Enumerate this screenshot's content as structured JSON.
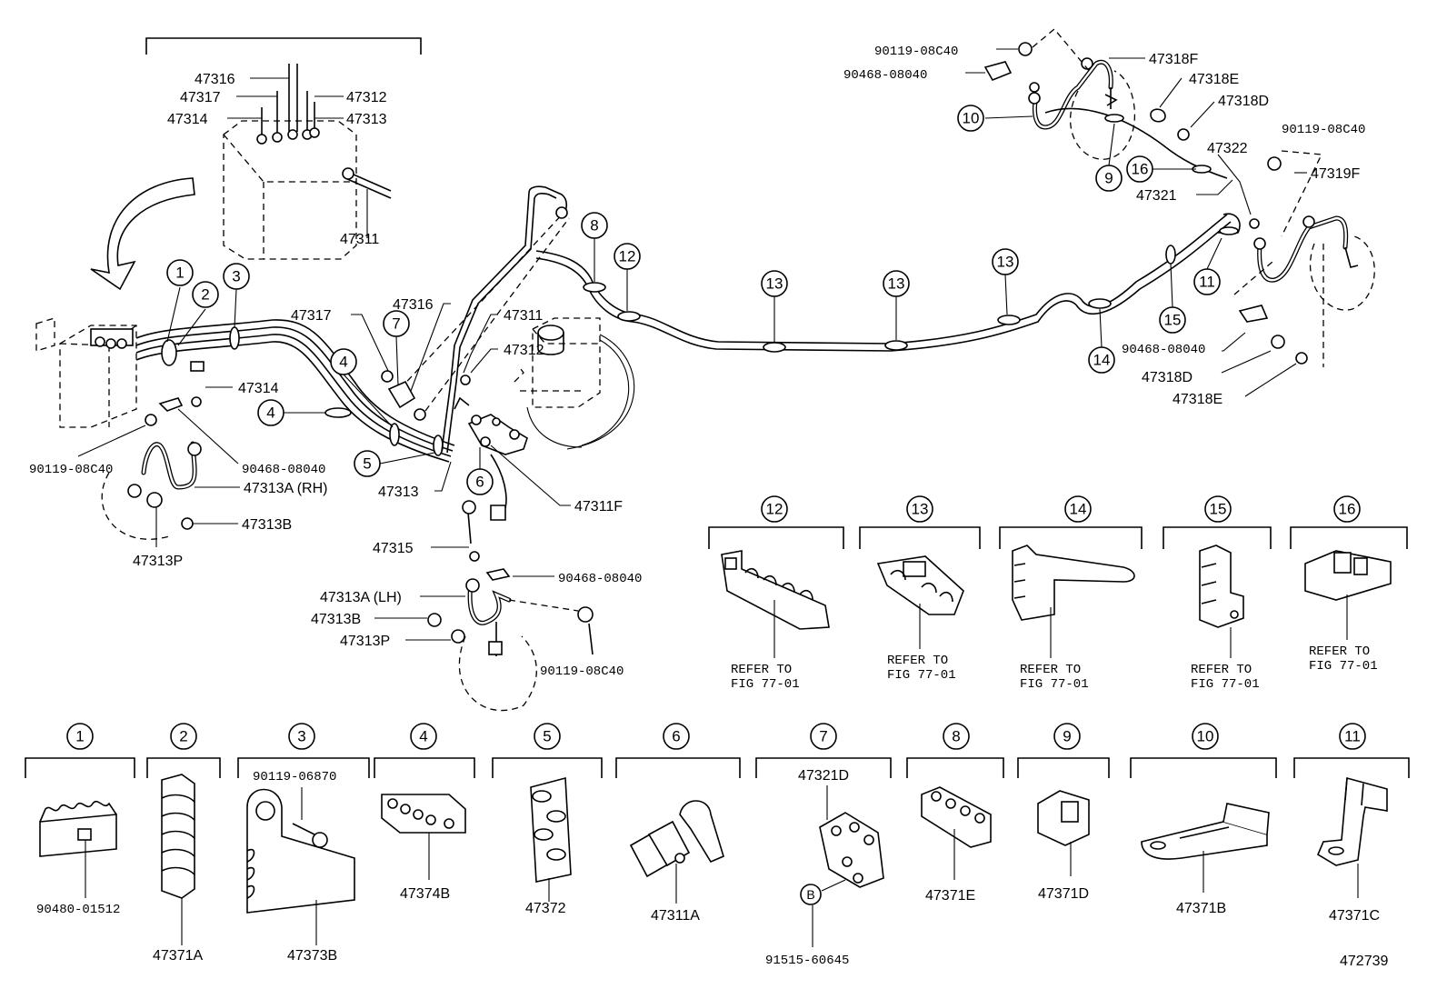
{
  "figure_number": "472739",
  "labels": {
    "top_47316": "47316",
    "top_47317": "47317",
    "top_47314": "47314",
    "top_47312": "47312",
    "top_47313": "47313",
    "top_47311": "47311",
    "l_47317": "47317",
    "l_47316": "47316",
    "l_47311": "47311",
    "l_47312": "47312",
    "l_47314": "47314",
    "l_47313": "47313",
    "l_47311F": "47311F",
    "l_90119_08C40_a": "90119-08C40",
    "l_90468_08040_a": "90468-08040",
    "l_47313A_RH": "47313A (RH)",
    "l_47313B_a": "47313B",
    "l_47313P_a": "47313P",
    "l_47315": "47315",
    "l_90468_08040_b": "90468-08040",
    "l_47313A_LH": "47313A (LH)",
    "l_47313B_b": "47313B",
    "l_47313P_b": "47313P",
    "l_90119_08C40_b": "90119-08C40",
    "r_90119_08C40_a": "90119-08C40",
    "r_90468_08040_a": "90468-08040",
    "r_47318F": "47318F",
    "r_47318E_a": "47318E",
    "r_47318D_a": "47318D",
    "r_90119_08C40_b": "90119-08C40",
    "r_47322": "47322",
    "r_47321": "47321",
    "r_47319F": "47319F",
    "r_90468_08040_b": "90468-08040",
    "r_47318D_b": "47318D",
    "r_47318E_b": "47318E"
  },
  "callouts": {
    "c1": "1",
    "c2": "2",
    "c3": "3",
    "c4a": "4",
    "c4b": "4",
    "c5": "5",
    "c6": "6",
    "c7": "7",
    "c8": "8",
    "c9": "9",
    "c10": "10",
    "c11": "11",
    "c12": "12",
    "c13a": "13",
    "c13b": "13",
    "c13c": "13",
    "c14": "14",
    "c15": "15",
    "c16": "16",
    "cB": "B"
  },
  "clamp_details_refer": [
    {
      "number": "12",
      "line1": "REFER TO",
      "line2": "FIG 77-01"
    },
    {
      "number": "13",
      "line1": "REFER TO",
      "line2": "FIG 77-01"
    },
    {
      "number": "14",
      "line1": "REFER TO",
      "line2": "FIG 77-01"
    },
    {
      "number": "15",
      "line1": "REFER TO",
      "line2": "FIG 77-01"
    },
    {
      "number": "16",
      "line1": "REFER TO",
      "line2": "FIG 77-01"
    }
  ],
  "clamp_details_parts": [
    {
      "number": "1",
      "part": "90480-01512"
    },
    {
      "number": "2",
      "part": "47371A"
    },
    {
      "number": "3",
      "part": "47373B",
      "extra": "90119-06870"
    },
    {
      "number": "4",
      "part": "47374B"
    },
    {
      "number": "5",
      "part": "47372"
    },
    {
      "number": "6",
      "part": "47311A"
    },
    {
      "number": "7",
      "part": "91515-60645",
      "extra": "47321D",
      "marker": "B"
    },
    {
      "number": "8",
      "part": "47371E"
    },
    {
      "number": "9",
      "part": "47371D"
    },
    {
      "number": "10",
      "part": "47371B"
    },
    {
      "number": "11",
      "part": "47371C"
    }
  ]
}
